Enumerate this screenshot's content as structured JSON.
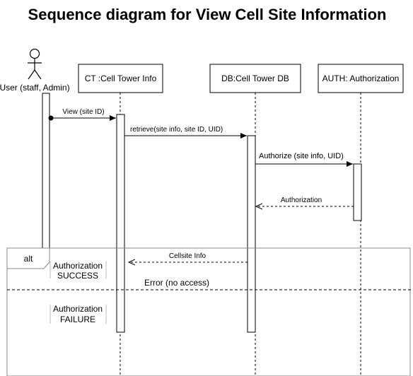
{
  "title": "Sequence diagram for View Cell Site Information",
  "actor": {
    "label": "User (staff, Admin)"
  },
  "participants": {
    "ct": "CT :Cell Tower Info",
    "db": "DB:Cell Tower DB",
    "auth": "AUTH: Authorization"
  },
  "messages": {
    "view": "View (site ID)",
    "retrieve": "retrieve(site info, site ID, UID)",
    "authorize": "Authorize (site info, UID)",
    "authorization_reply": "Authorization",
    "cellsite_info": "Cellsite Info",
    "error": "Error (no access)"
  },
  "fragment": {
    "operator": "alt",
    "guard_success_line1": "Authorization",
    "guard_success_line2": "SUCCESS",
    "guard_failure_line1": "Authorization",
    "guard_failure_line2": "FAILURE"
  }
}
